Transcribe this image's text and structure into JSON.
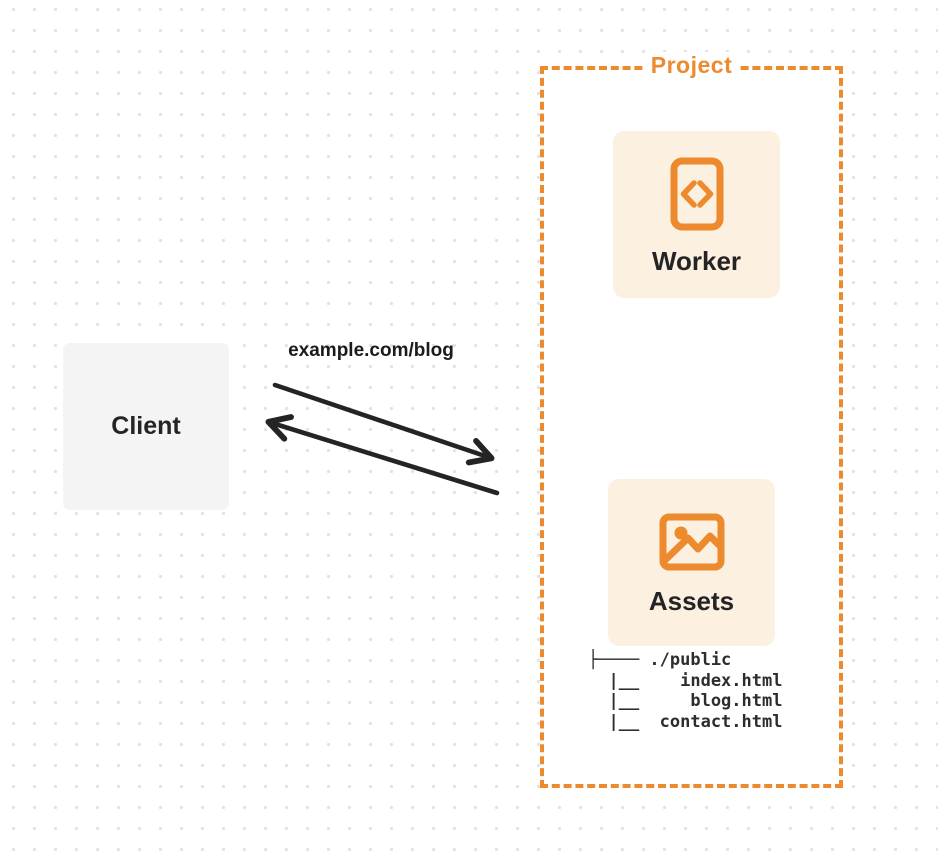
{
  "project": {
    "label": "Project",
    "worker": {
      "label": "Worker",
      "icon": "code-document-icon"
    },
    "assets": {
      "label": "Assets",
      "icon": "image-icon"
    },
    "file_tree": "├──── ./public\n  |__    index.html\n  |__     blog.html\n  |__  contact.html",
    "files": [
      "./public",
      "index.html",
      "blog.html",
      "contact.html"
    ]
  },
  "client": {
    "label": "Client"
  },
  "request": {
    "label": "example.com/blog"
  },
  "colors": {
    "accent": "#ED8A2D",
    "card_bg": "#FCF0E1",
    "client_bg": "#F4F4F5",
    "text_dark": "#242424",
    "dot": "#E3E3E3"
  }
}
